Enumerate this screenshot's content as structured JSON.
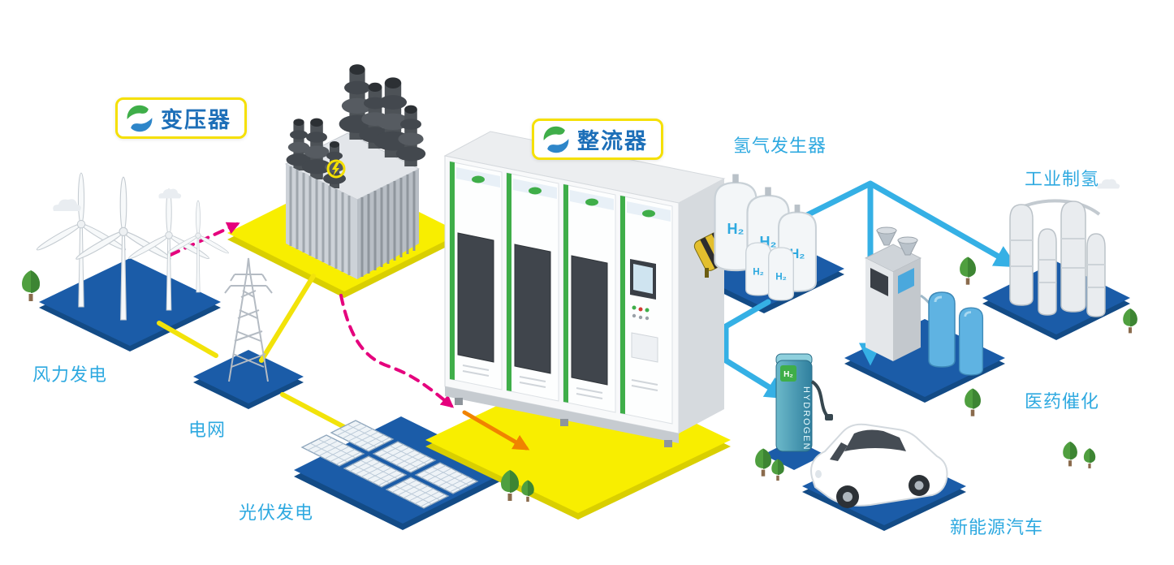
{
  "nodes": {
    "wind": {
      "label": "风力发电"
    },
    "grid": {
      "label": "电网"
    },
    "solar": {
      "label": "光伏发电"
    },
    "transformer": {
      "label": "变压器"
    },
    "rectifier": {
      "label": "整流器"
    },
    "hydrogen_generator": {
      "label": "氢气发生器",
      "tank_text": "H₂"
    },
    "industrial_hydrogen": {
      "label": "工业制氢"
    },
    "pharma_catalysis": {
      "label": "医药催化"
    },
    "new_energy_vehicle": {
      "label": "新能源汽车",
      "dispenser_text": "HYDROGEN",
      "dispenser_sign": "H₂"
    }
  },
  "colors": {
    "label_text": "#2ea9e0",
    "badge_text": "#1d6fb8",
    "badge_border": "#f5e003",
    "platform_blue": "#1b5ca8",
    "platform_yellow": "#f8ee00",
    "flow_pink": "#e5007d",
    "flow_yellow": "#f2e30a",
    "flow_orange": "#f08300",
    "flow_blue": "#35b0e5",
    "logo_green": "#3fae49",
    "logo_blue": "#2e86c9"
  }
}
